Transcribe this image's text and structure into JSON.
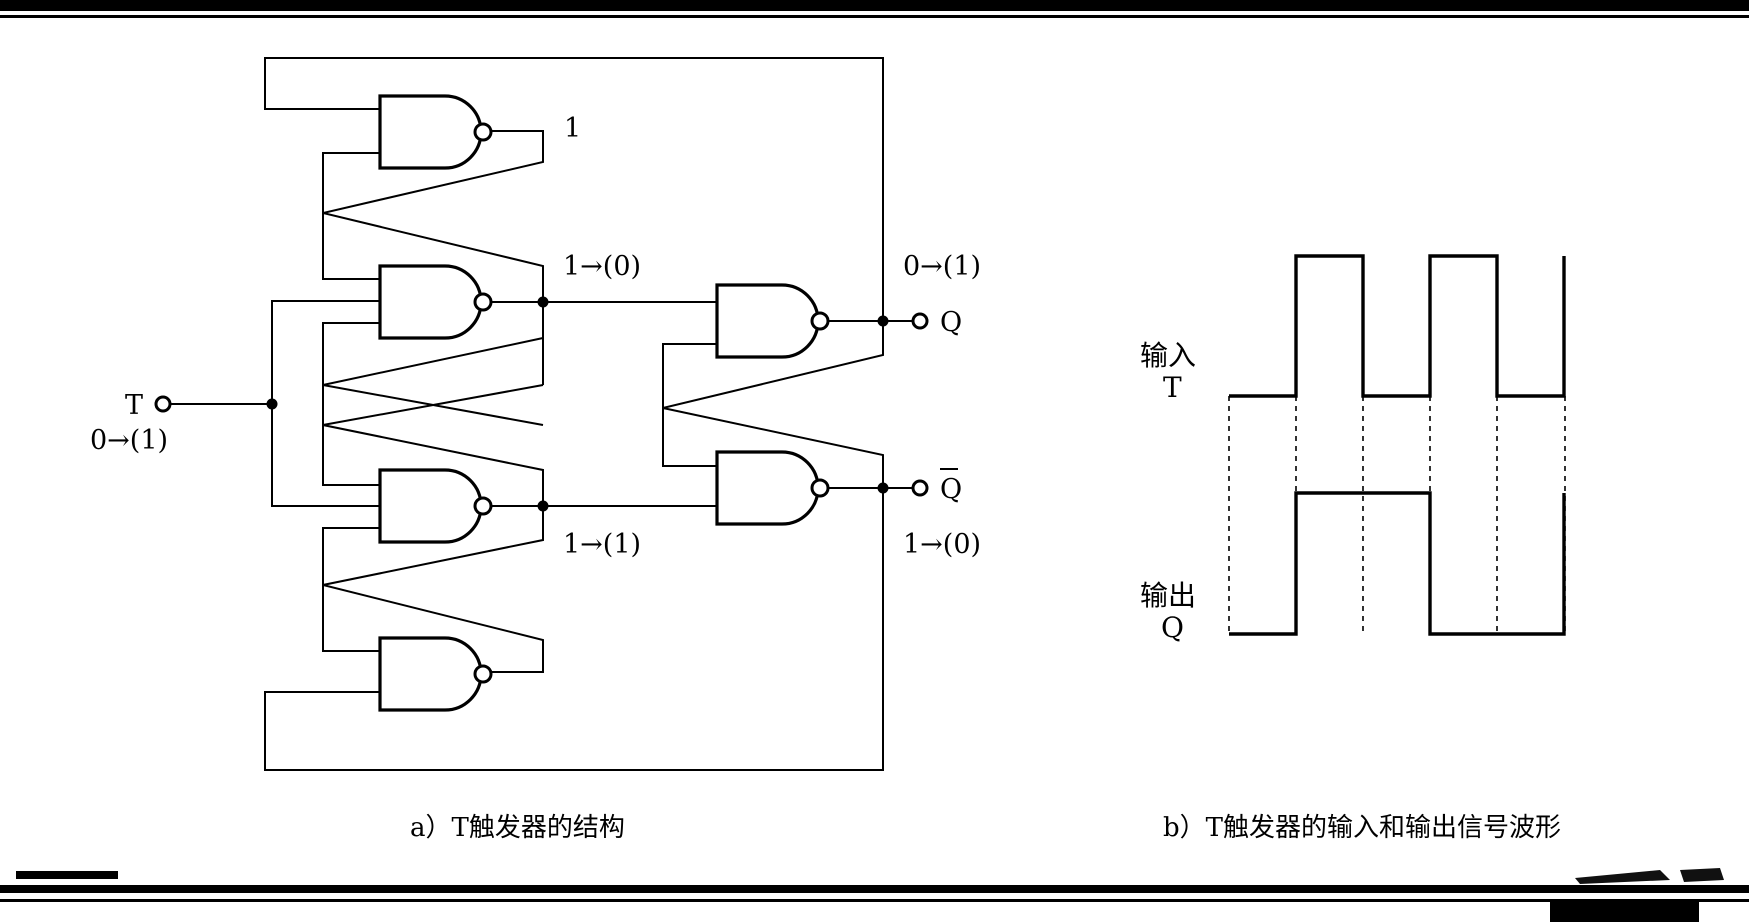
{
  "labels": {
    "top_gate_out": "1",
    "mid_upper_out": "1→(0)",
    "q_out": "0→(1)",
    "t_input": "T",
    "t_transition": "0→(1)",
    "mid_lower_out": "1→(1)",
    "qbar_out": "1→(0)",
    "q_pin": "Q",
    "qbar_pin": "Q"
  },
  "captions": {
    "left": "a）T触发器的结构",
    "right": "b）T触发器的输入和输出信号波形"
  },
  "waveform": {
    "input_label_line1": "输入",
    "input_label_line2": "T",
    "output_label_line1": "输出",
    "output_label_line2": "Q",
    "input_levels": [
      0,
      1,
      0,
      1,
      0,
      1
    ],
    "output_levels": [
      0,
      1,
      1,
      0,
      0,
      1
    ]
  }
}
